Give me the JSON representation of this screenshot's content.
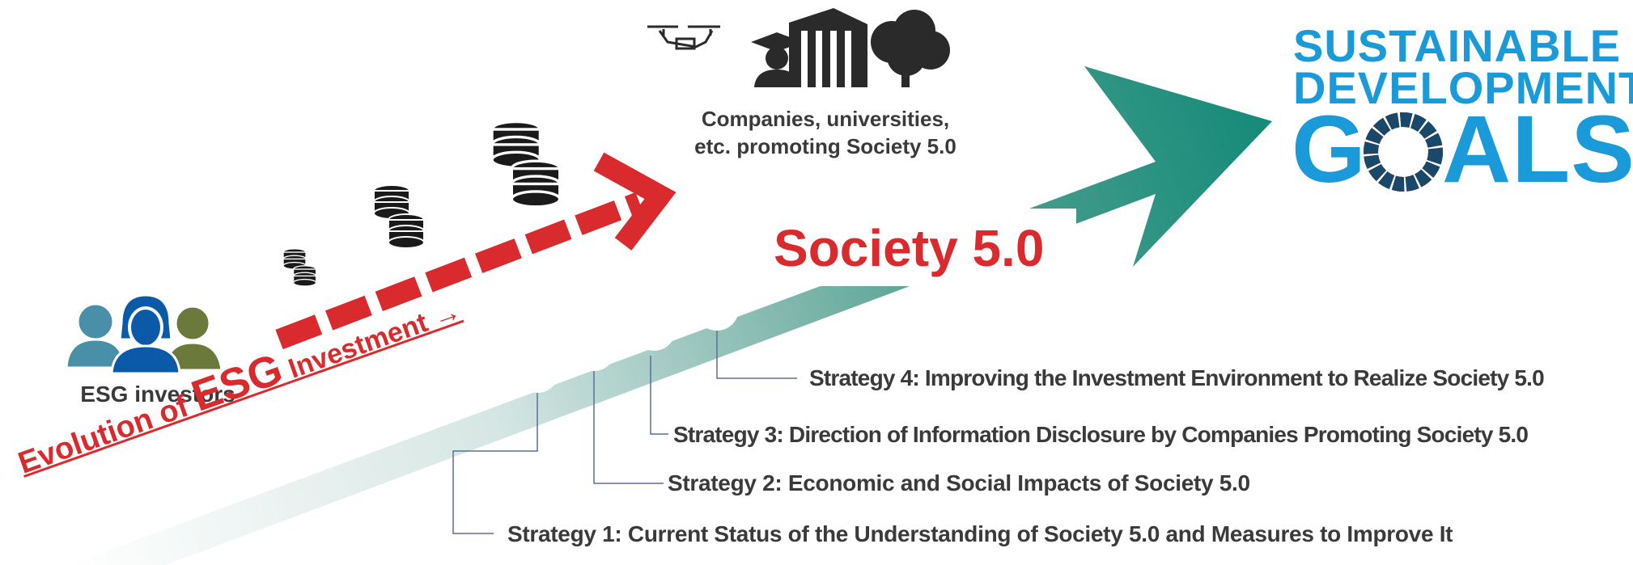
{
  "strategies": [
    "Strategy 1: Current Status of the Understanding of Society 5.0 and Measures to Improve It",
    "Strategy 2: Economic and Social Impacts of Society 5.0",
    "Strategy 3: Direction of Information Disclosure by Companies Promoting Society 5.0",
    "Strategy 4: Improving the Investment Environment to Realize Society 5.0"
  ],
  "labels": {
    "society": "Society 5.0",
    "companies_line1": "Companies, universities,",
    "companies_line2": "etc. promoting Society 5.0",
    "investors": "ESG investors",
    "evolution_prefix": "Evolution of ",
    "evolution_esg": "ESG",
    "evolution_suffix": " Investment →"
  },
  "sdg": {
    "line1": "SUSTAINABLE",
    "line2": "DEVELOPMENT",
    "goals_g": "G",
    "goals_als": "ALS"
  },
  "icons": [
    "drone-icon",
    "graduate-icon",
    "building-icon",
    "tree-icon",
    "coin-stack-icon",
    "people-icon",
    "sdg-wheel-icon"
  ],
  "colors": {
    "accent_red": "#d92b2e",
    "arrow_teal": "#1a8a7a",
    "sdg_blue": "#1a9ad9",
    "investor_teal": "#4a8fa8",
    "investor_blue": "#0a5aa8",
    "investor_olive": "#6b7a3a",
    "leader_line": "#5a6f9a"
  }
}
